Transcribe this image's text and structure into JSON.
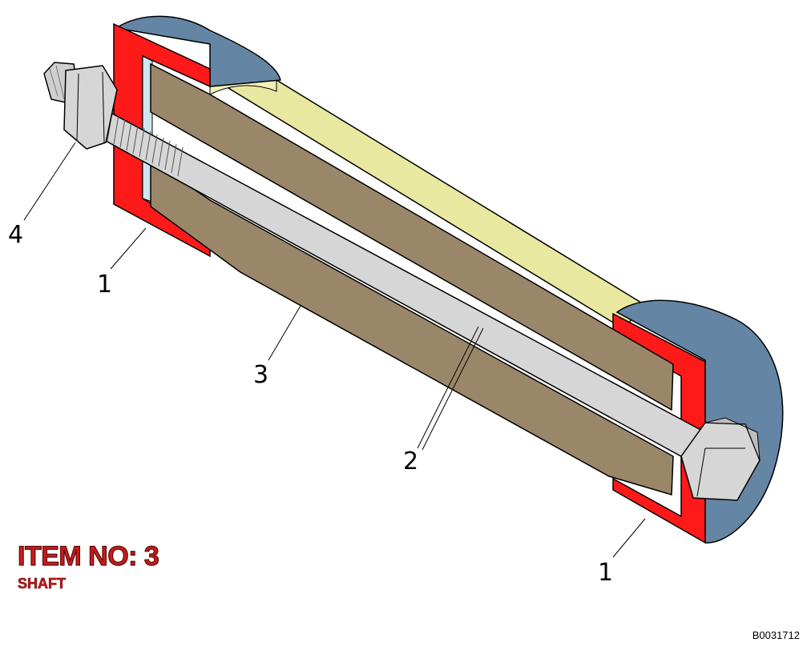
{
  "callouts": {
    "c4": "4",
    "c1_left": "1",
    "c3": "3",
    "c2": "2",
    "c1_right": "1"
  },
  "item": {
    "title": "ITEM NO: 3",
    "name": "SHAFT"
  },
  "drawing_code": "B0031712",
  "colors": {
    "end_cap": "#ff1a1a",
    "cap_outer": "#6585a5",
    "rubber": "#9a8769",
    "tube": "#e8e8a0",
    "bolt": "#d6d6d6"
  }
}
